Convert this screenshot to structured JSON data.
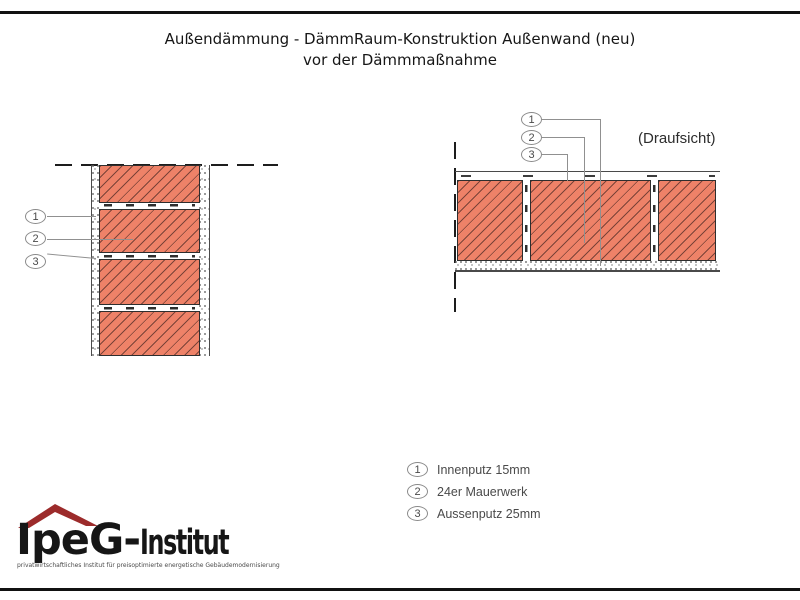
{
  "title": {
    "line1": "Außendämmung - DämmRaum-Konstruktion Außenwand (neu)",
    "line2": "vor der Dämmmaßnahme"
  },
  "section_view": {
    "callouts": [
      "1",
      "2",
      "3"
    ]
  },
  "plan_view": {
    "label": "(Draufsicht)",
    "callouts": [
      "1",
      "2",
      "3"
    ]
  },
  "legend": {
    "items": [
      {
        "num": "1",
        "label": "Innenputz 15mm"
      },
      {
        "num": "2",
        "label": "24er Mauerwerk"
      },
      {
        "num": "3",
        "label": "Aussenputz 25mm"
      }
    ]
  },
  "logo": {
    "brand_main": "IpeG-",
    "brand_sub": "Institut",
    "tagline": "privatwirtschaftliches Institut für preisoptimierte energetische Gebäudemodernisierung"
  },
  "colors": {
    "brick_fill": "#EE8268",
    "brick_hatch": "#67382F",
    "outline": "#2E2E2E",
    "leader_gray": "#909090",
    "logo_roof": "#9C2B2B",
    "frame": "#111111"
  }
}
